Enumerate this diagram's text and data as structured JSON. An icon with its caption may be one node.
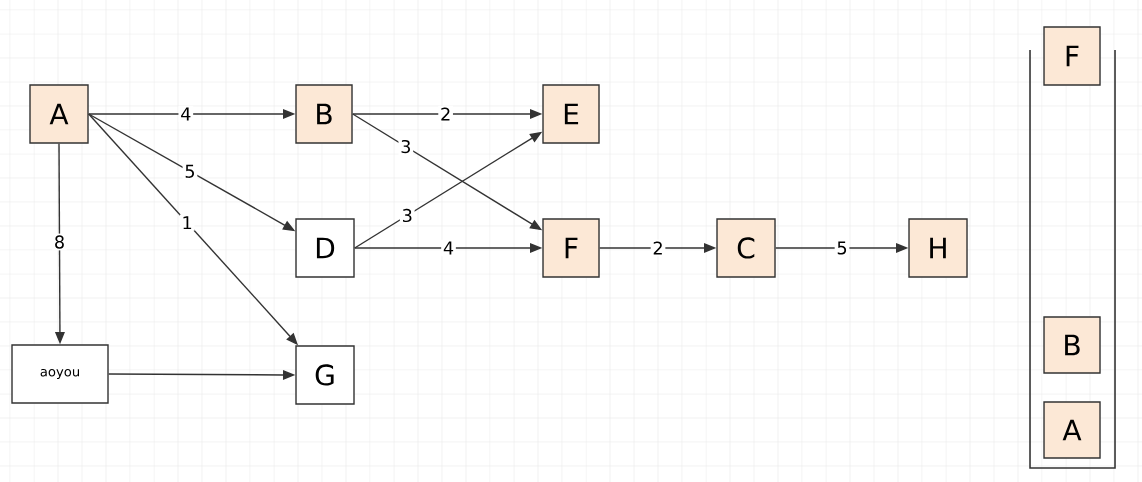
{
  "diagram": {
    "nodes": [
      {
        "text": [
          "A"
        ]
      },
      {
        "text": [
          "B"
        ]
      },
      {
        "text": [
          "E"
        ]
      },
      {
        "text": [
          "D"
        ]
      },
      {
        "text": [
          "F"
        ]
      },
      {
        "text": [
          "C"
        ]
      },
      {
        "text": [
          "H"
        ]
      },
      {
        "text": [
          "aoyou"
        ]
      },
      {
        "text": [
          "G"
        ]
      },
      {
        "text": [
          "F"
        ]
      },
      {
        "text": [
          "B"
        ]
      },
      {
        "text": [
          "A"
        ]
      }
    ],
    "edges": [
      {
        "from": 0,
        "to": 1,
        "arrow": "to",
        "label": "4"
      },
      {
        "from": 1,
        "to": 2,
        "arrow": "to",
        "label": "2"
      },
      {
        "from": 1,
        "to": 4,
        "arrow": "to",
        "label": "3"
      },
      {
        "from": 0,
        "to": 3,
        "arrow": "to",
        "label": "5"
      },
      {
        "from": 0,
        "to": 8,
        "arrow": "to",
        "label": "1"
      },
      {
        "from": 0,
        "to": 7,
        "arrow": "to",
        "label": "8"
      },
      {
        "from": 3,
        "to": 2,
        "arrow": "to",
        "label": "3"
      },
      {
        "from": 3,
        "to": 4,
        "arrow": "to",
        "label": "4"
      },
      {
        "from": 4,
        "to": 5,
        "arrow": "to",
        "label": "2"
      },
      {
        "from": 5,
        "to": 6,
        "arrow": "to",
        "label": "5"
      },
      {
        "from": 7,
        "to": 8,
        "arrow": "to"
      }
    ]
  }
}
